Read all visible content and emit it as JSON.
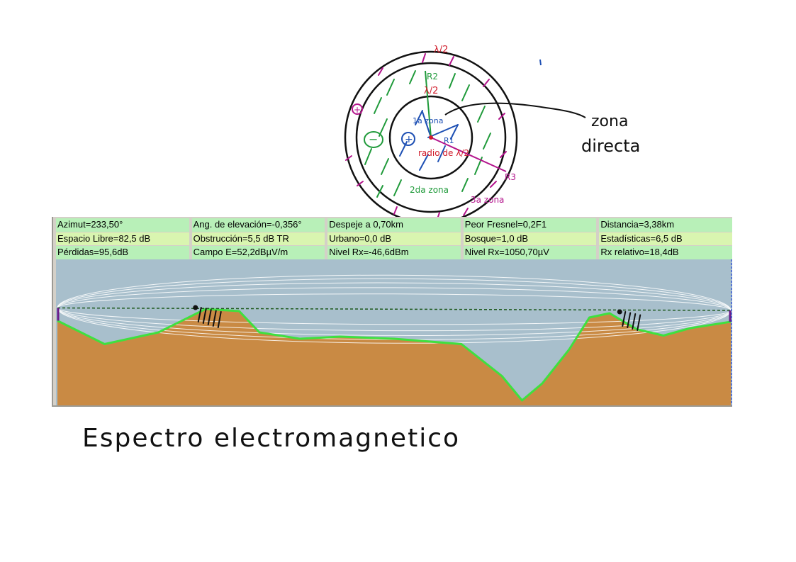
{
  "colors": {
    "sky": "#a8bfcc",
    "terrain": "#c98a44",
    "terrain_line": "#3fe03f",
    "fresnel": "#ffffff",
    "los_line": "#1e5a1e",
    "antenna": "#6a1a8a",
    "ink_black": "#111111",
    "ink_green": "#1f9a3a",
    "ink_blue": "#1e50b4",
    "ink_red": "#d01b2a",
    "ink_magenta": "#b3148c"
  },
  "sketch": {
    "title": "Espectro electromagnetico",
    "callout": [
      "zona",
      "directa"
    ],
    "zone_labels": [
      "1a zona",
      "2da zona",
      "3a zona"
    ],
    "radius_labels": [
      "R1",
      "R2",
      "R3"
    ],
    "lambda_labels": [
      "λ/2",
      "λ/2"
    ],
    "radio_label": "radio de λ/2",
    "plus_sign": "+",
    "minus_sign": "−"
  },
  "panel": {
    "rows": [
      [
        "Azimut=233,50°",
        "Ang. de elevación=-0,356°",
        "Despeje a 0,70km",
        "Peor Fresnel=0,2F1",
        "Distancia=3,38km"
      ],
      [
        "Espacio Libre=82,5 dB",
        "Obstrucción=5,5 dB TR",
        "Urbano=0,0 dB",
        "Bosque=1,0 dB",
        "Estadísticas=6,5 dB"
      ],
      [
        "Pérdidas=95,6dB",
        "Campo E=52,2dBµV/m",
        "Nivel Rx=-46,6dBm",
        "Nivel Rx=1050,70µV",
        "Rx relativo=18,4dB"
      ]
    ]
  },
  "chart_data": {
    "type": "area",
    "x": [
      0,
      0.07,
      0.15,
      0.22,
      0.27,
      0.3,
      0.36,
      0.42,
      0.5,
      0.6,
      0.66,
      0.69,
      0.72,
      0.76,
      0.79,
      0.82,
      0.86,
      0.9,
      0.94,
      1.0
    ],
    "y": [
      0.77,
      0.55,
      0.66,
      0.88,
      0.86,
      0.66,
      0.6,
      0.62,
      0.6,
      0.55,
      0.25,
      0.02,
      0.18,
      0.5,
      0.8,
      0.84,
      0.69,
      0.63,
      0.7,
      0.76
    ],
    "fresnel_zones": 5
  }
}
